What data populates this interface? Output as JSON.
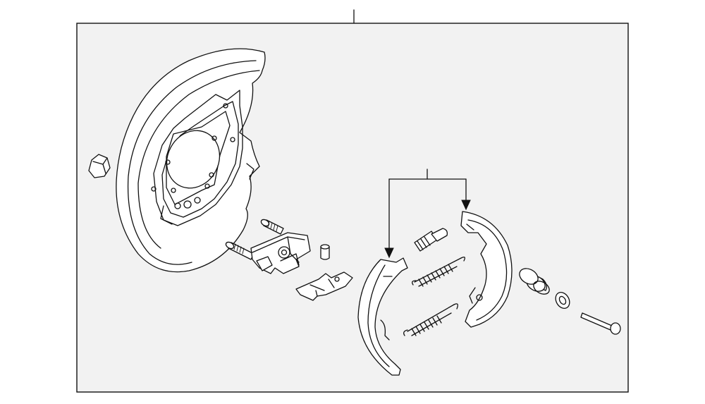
{
  "diagram": {
    "background": "#ffffff",
    "panel_fill": "#f2f2f2",
    "line_color": "#111111",
    "callouts": [
      {
        "id": "assembly",
        "label": ""
      },
      {
        "id": "shoe-set",
        "label": ""
      }
    ],
    "parts": [
      "nut",
      "backing-plate",
      "adjuster-assembly",
      "pin",
      "strut-clip",
      "rear-shoe",
      "front-shoe",
      "adjuster-spring",
      "upper-return-spring",
      "lower-return-spring",
      "hold-down-spring",
      "washer",
      "hold-down-pin"
    ]
  }
}
